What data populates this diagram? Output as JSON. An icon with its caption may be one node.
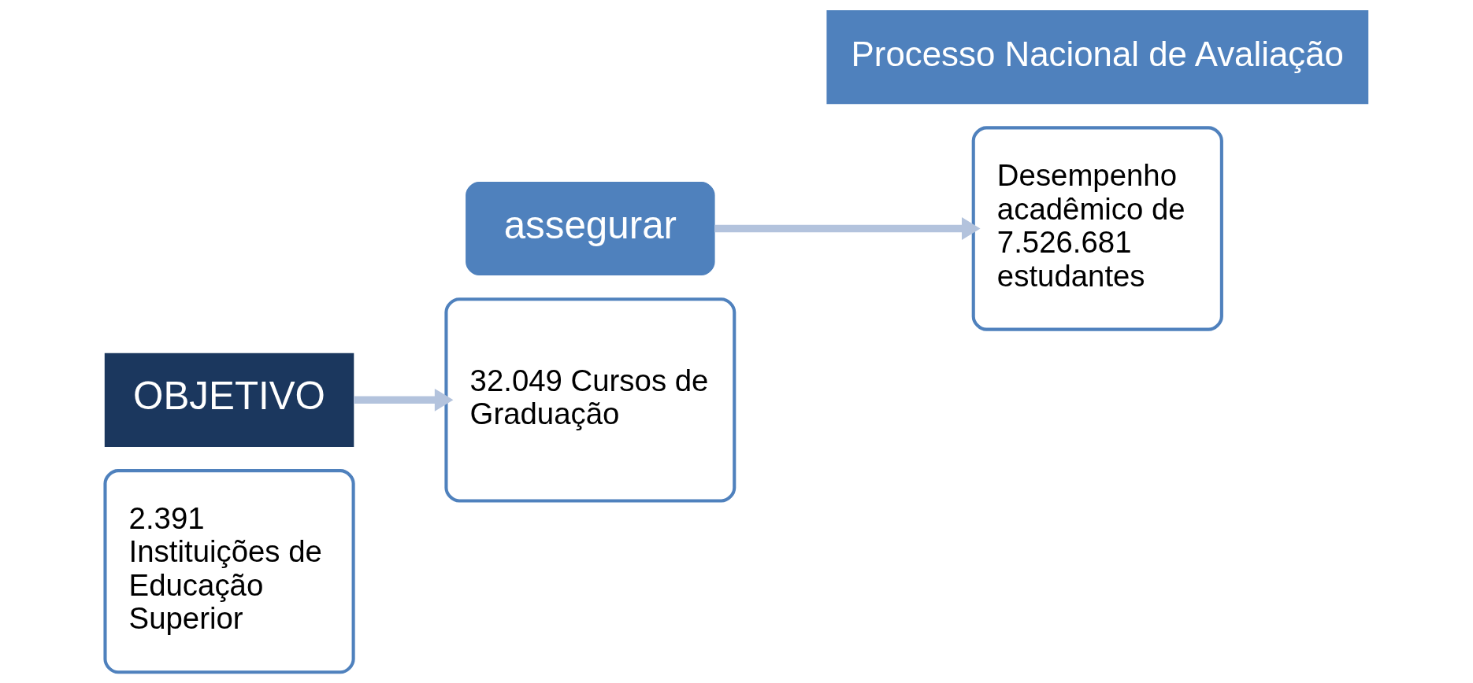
{
  "diagram": {
    "nodes": [
      {
        "text": [
          "2.391 Instituições de Educação Superior"
        ]
      },
      {
        "text": [
          "OBJETIVO"
        ]
      },
      {
        "text": [
          "assegurar"
        ]
      },
      {
        "text": [
          "32.049 Cursos de Graduação"
        ]
      },
      {
        "text": [
          "Desempenho acadêmico de 7.526.681 estudantes"
        ]
      },
      {
        "text": [
          "Processo Nacional de Avaliação"
        ]
      }
    ],
    "edges": [
      {
        "from": 1,
        "to": 3,
        "arrow": "to"
      },
      {
        "from": 2,
        "to": 4,
        "arrow": "to"
      }
    ]
  }
}
